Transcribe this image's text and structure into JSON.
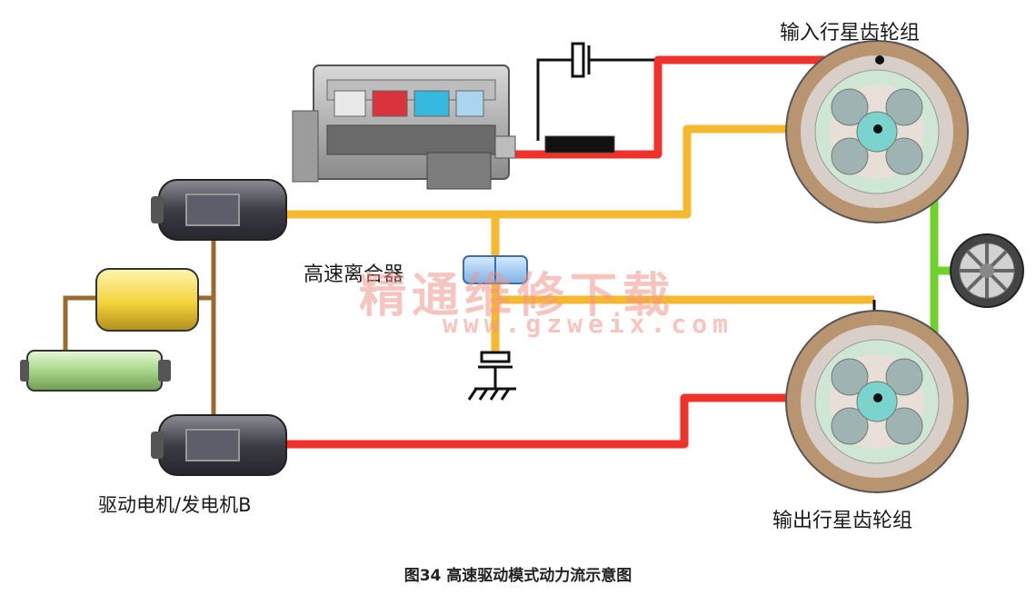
{
  "labels": {
    "input_planetary": "输入行星齿轮组",
    "output_planetary": "输出行星齿轮组",
    "motor_generator_b": "驱动电机/发电机B",
    "high_speed_clutch": "高速离合器"
  },
  "caption": "图34 高速驱动模式动力流示意图",
  "watermark": {
    "text": "精通维修下载",
    "url": "www.gzweix.com"
  },
  "colors": {
    "engine_power_flow": "#f0322a",
    "motor_b_power_flow": "#f0322a",
    "mechanical_link": "#f5b82e",
    "output_shaft": "#6fd12c",
    "electrical_link": "#9a6a2e",
    "engine_ground": "#111111"
  },
  "icons": {
    "engine": "engine-icon",
    "motor_a": "motor-icon",
    "motor_b": "motor-icon",
    "battery": "battery-icon",
    "inverter": "inverter-icon",
    "wheel": "wheel-icon",
    "ground": "ground-icon",
    "damper": "damper-icon"
  }
}
